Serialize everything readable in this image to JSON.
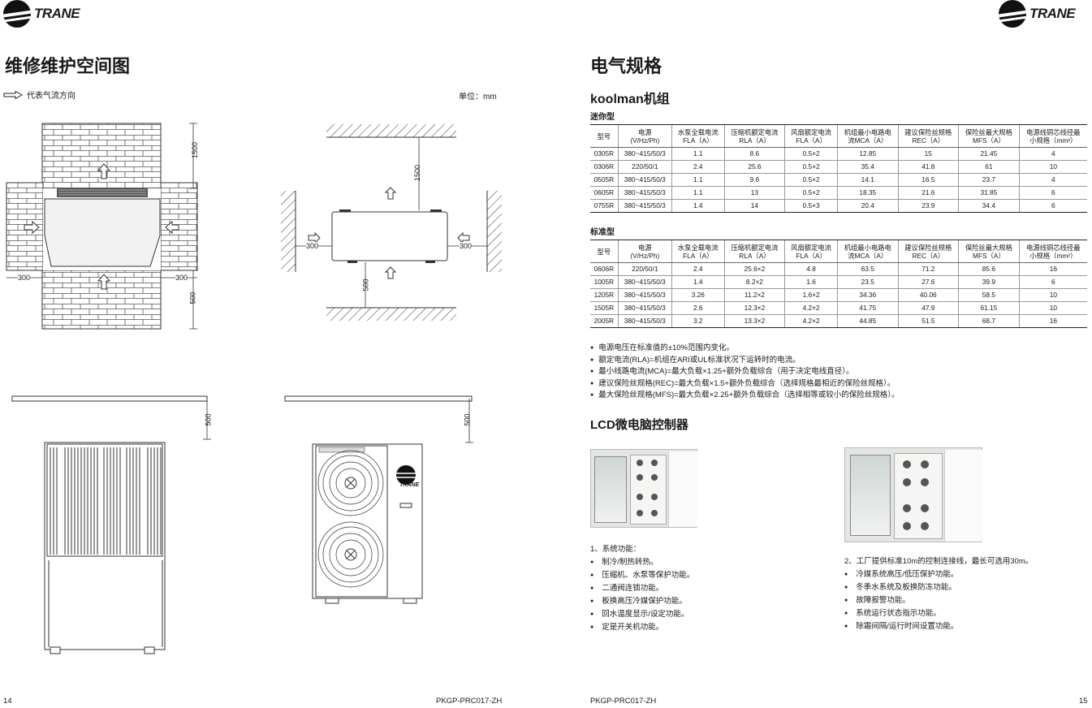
{
  "left": {
    "brand": "TRANE",
    "title": "维修维护空间图",
    "airflow_legend": "代表气流方向",
    "unit": "单位：mm",
    "dims": {
      "d1500": "1500",
      "d300": "300",
      "d500": "500"
    },
    "unit_logo": "TRANE",
    "page_number": "14",
    "doc_code": "PKGP-PRC017-ZH"
  },
  "right": {
    "brand": "TRANE",
    "title": "电气规格",
    "section1": "koolman机组",
    "mini_label": "迷你型",
    "standard_label": "标准型",
    "columns": [
      "型号",
      "电源\n(V/Hz/Ph)",
      "水泵全载电流\nFLA（A）",
      "压缩机额定电流\nRLA（A）",
      "风扇额定电流\nFLA（A）",
      "机组最小电路电\n流MCA（A）",
      "建议保险丝规格\nREC（A）",
      "保险丝最大规格\nMFS（A）",
      "电源线铜芯线径最\n小规格（mm²）"
    ],
    "mini_rows": [
      [
        "0305R",
        "380~415/50/3",
        "1.1",
        "8.6",
        "0.5×2",
        "12.85",
        "15",
        "21.45",
        "4"
      ],
      [
        "0306R",
        "220/50/1",
        "2.4",
        "25.6",
        "0.5×2",
        "35.4",
        "41.8",
        "61",
        "10"
      ],
      [
        "0505R",
        "380~415/50/3",
        "1.1",
        "9.6",
        "0.5×2",
        "14.1",
        "16.5",
        "23.7",
        "4"
      ],
      [
        "0605R",
        "380~415/50/3",
        "1.1",
        "13",
        "0.5×2",
        "18.35",
        "21.6",
        "31.85",
        "6"
      ],
      [
        "0755R",
        "380~415/50/3",
        "1.4",
        "14",
        "0.5×3",
        "20.4",
        "23.9",
        "34.4",
        "6"
      ]
    ],
    "standard_rows": [
      [
        "0606R",
        "220/50/1",
        "2.4",
        "25.6×2",
        "4.8",
        "63.5",
        "71.2",
        "85.6",
        "16"
      ],
      [
        "1005R",
        "380~415/50/3",
        "1.4",
        "8.2×2",
        "1.6",
        "23.5",
        "27.6",
        "39.9",
        "6"
      ],
      [
        "1205R",
        "380~415/50/3",
        "3.26",
        "11.2×2",
        "1.6×2",
        "34.36",
        "40.06",
        "58.5",
        "10"
      ],
      [
        "1505R",
        "380~415/50/3",
        "2.6",
        "12.3×2",
        "4.2×2",
        "41.75",
        "47.9",
        "61.15",
        "10"
      ],
      [
        "2005R",
        "380~415/50/3",
        "3.2",
        "13.3×2",
        "4.2×2",
        "44.85",
        "51.5",
        "68.7",
        "16"
      ]
    ],
    "notes": [
      "电源电压在标准值的±10%范围内变化。",
      "额定电流(RLA)=机组在ARI或UL标准状况下运转时的电流。",
      "最小线路电流(MCA)=最大负载×1.25+额外负载综合（用于决定电线直径）。",
      "建议保险丝规格(REC)=最大负载×1.5+额外负载综合（选择规格最相近的保险丝规格）。",
      "最大保险丝规格(MFS)=最大负载×2.25+额外负载综合（选择相等或较小的保险丝规格）。"
    ],
    "section2": "LCD微电脑控制器",
    "func1_title": "1、系统功能：",
    "func1_items": [
      "制冷/制热转热。",
      "压缩机、水泵等保护功能。",
      "二通阀连锁功能。",
      "板换高压冷媒保护功能。",
      "回水温度显示/设定功能。",
      "定是开关机功能。"
    ],
    "func2_title": "2、工厂提供标准10m的控制连接线，最长可选用30m。",
    "func2_items": [
      "冷媒系统高压/低压保护功能。",
      "冬季水系统及板换防冻功能。",
      "故障报警功能。",
      "系统运行状态指示功能。",
      "除霜间隔/运行时间设置功能。"
    ],
    "doc_code": "PKGP-PRC017-ZH",
    "page_number": "15"
  }
}
